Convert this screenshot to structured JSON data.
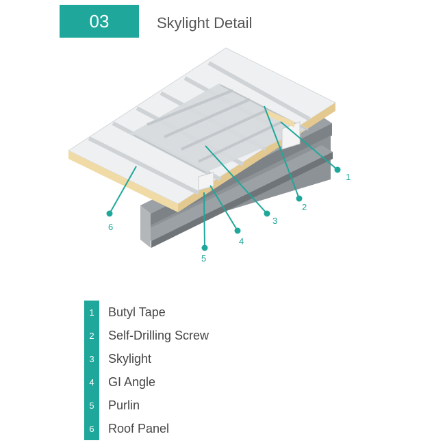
{
  "header": {
    "number": "03",
    "title": "Skylight Detail"
  },
  "callouts": [
    "1",
    "2",
    "3",
    "4",
    "5",
    "6"
  ],
  "legend": [
    {
      "num": "1",
      "label": "Butyl Tape"
    },
    {
      "num": "2",
      "label": "Self-Drilling Screw"
    },
    {
      "num": "3",
      "label": "Skylight"
    },
    {
      "num": "4",
      "label": "GI Angle"
    },
    {
      "num": "5",
      "label": "Purlin"
    },
    {
      "num": "6",
      "label": "Roof Panel"
    }
  ],
  "colors": {
    "accent": "#1ea79a",
    "steel": "#8a8f93",
    "panel": "#eef0f2",
    "skylight": "#d6dadd",
    "foam": "#f0dba6"
  }
}
